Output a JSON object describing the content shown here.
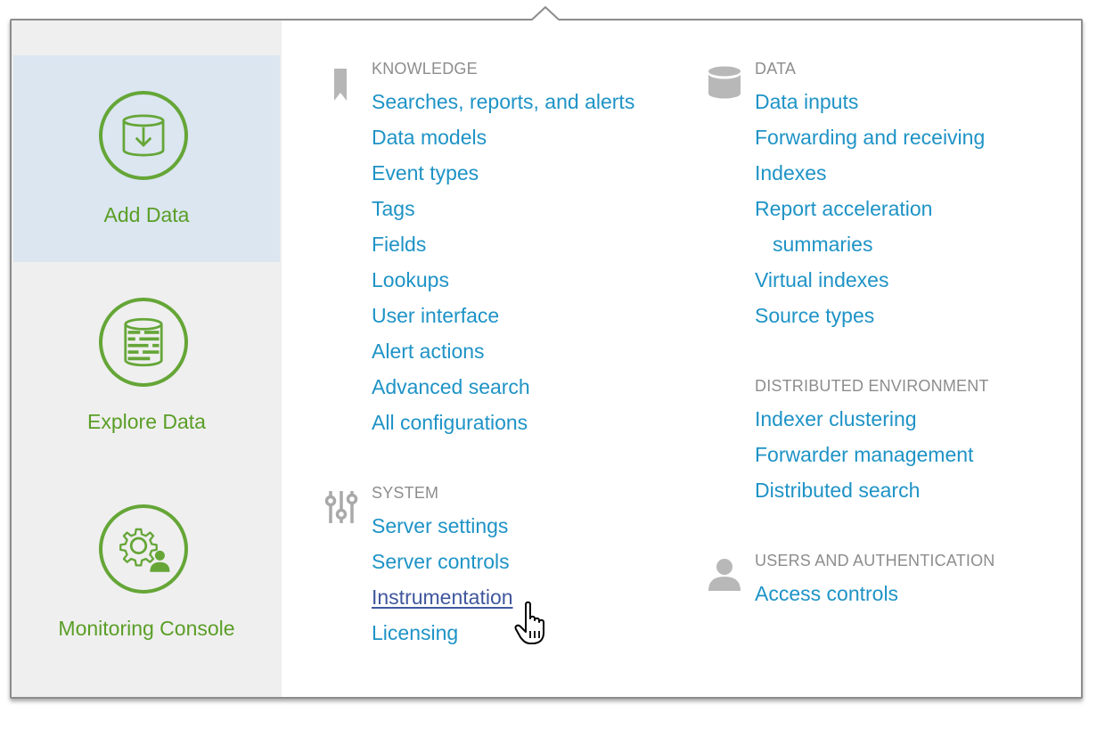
{
  "sidebar": {
    "items": [
      {
        "label": "Add Data",
        "icon": "database-download-icon",
        "active": true
      },
      {
        "label": "Explore Data",
        "icon": "database-stack-icon",
        "active": false
      },
      {
        "label": "Monitoring Console",
        "icon": "gear-user-icon",
        "active": false
      }
    ]
  },
  "knowledge": {
    "heading": "KNOWLEDGE",
    "icon": "bookmark-icon",
    "links": [
      "Searches, reports, and alerts",
      "Data models",
      "Event types",
      "Tags",
      "Fields",
      "Lookups",
      "User interface",
      "Alert actions",
      "Advanced search",
      "All configurations"
    ]
  },
  "system": {
    "heading": "SYSTEM",
    "icon": "sliders-icon",
    "links": [
      "Server settings",
      "Server controls",
      "Instrumentation",
      "Licensing"
    ]
  },
  "data": {
    "heading": "DATA",
    "icon": "database-icon",
    "links": [
      "Data inputs",
      "Forwarding and receiving",
      "Indexes",
      "Report acceleration",
      "summaries",
      "Virtual indexes",
      "Source types"
    ]
  },
  "distributed": {
    "heading": "DISTRIBUTED ENVIRONMENT",
    "links": [
      "Indexer clustering",
      "Forwarder management",
      "Distributed search"
    ]
  },
  "users": {
    "heading": "USERS AND AUTHENTICATION",
    "icon": "user-icon",
    "links": [
      "Access controls"
    ]
  },
  "colors": {
    "link": "#1e93c6",
    "link_hover": "#40579e",
    "heading": "#8d8d8d",
    "accent_green": "#65a637",
    "sidebar_bg": "#efefef",
    "sidebar_active_bg": "#dbe6f1"
  }
}
